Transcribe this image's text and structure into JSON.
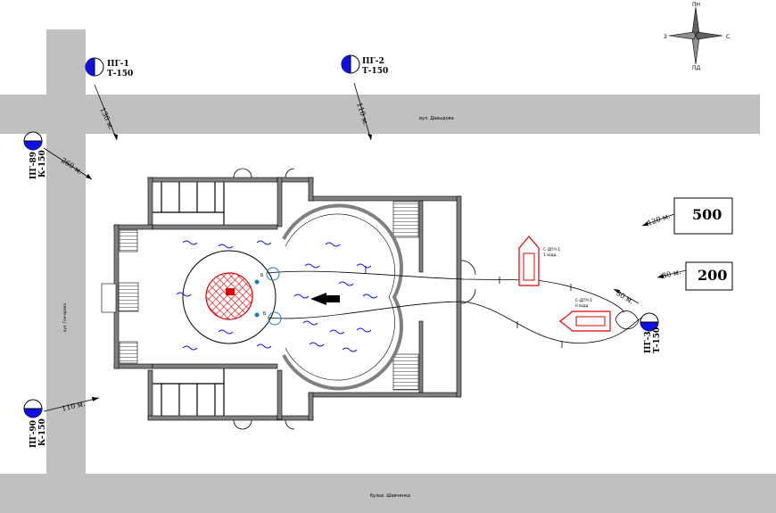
{
  "colors": {
    "road": "#c0c0c0",
    "water": "#1a1aff",
    "fire": "#e00000",
    "wall": "#808080",
    "hydrant_blue": "#1010e0"
  },
  "streets": {
    "top": "вул. Давыдова",
    "bottom": "бульв. Шевченка",
    "left": "вул. Гончарова"
  },
  "compass": {
    "north": "ПН",
    "south": "ПД",
    "west": "З",
    "east": "С"
  },
  "hydrants": [
    {
      "id": "ПГ-1",
      "type": "Т-150",
      "distance": "130 м."
    },
    {
      "id": "ПГ-2",
      "type": "Т-150",
      "distance": "110 м."
    },
    {
      "id": "ПГ-89",
      "type": "К-150",
      "distance": "260 м."
    },
    {
      "id": "ПГ-90",
      "type": "К-150",
      "distance": "110 м."
    },
    {
      "id": "ПГ-3",
      "type": "Т-150",
      "distance": "30 м."
    }
  ],
  "reservoirs": [
    {
      "volume": "500",
      "distance": "120 м."
    },
    {
      "volume": "200",
      "distance": "80 м."
    }
  ],
  "vehicles": [
    {
      "name": "С-ДПЧ-1",
      "sub": "1 відд."
    },
    {
      "name": "С-ДПЧ-1",
      "sub": "II відд."
    }
  ],
  "nozzles": [
    "Б",
    "Б"
  ]
}
